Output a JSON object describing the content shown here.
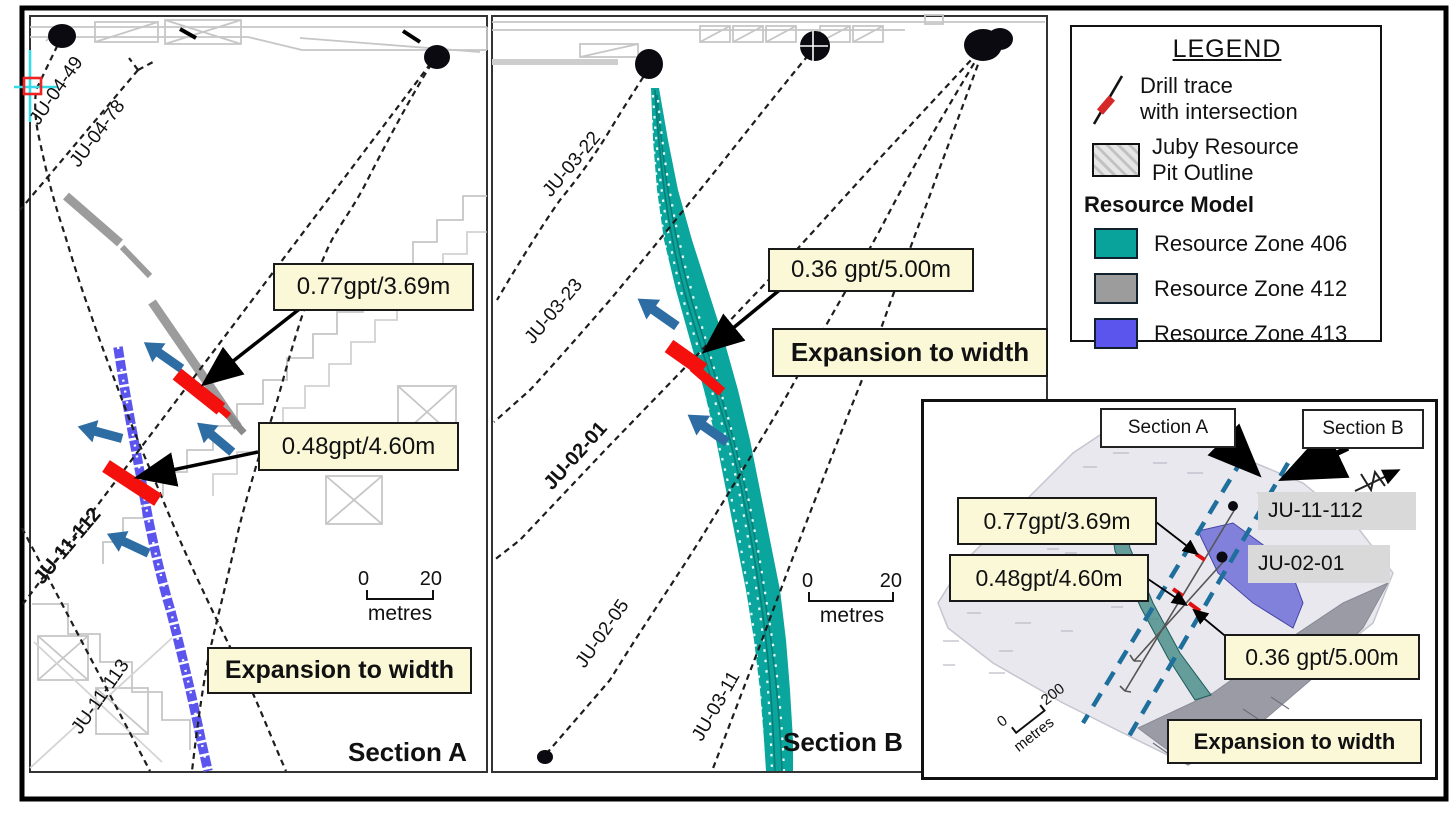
{
  "colors": {
    "zone406_teal": "#0aa39c",
    "zone412_gray": "#9c9c9c",
    "zone413_blue": "#5b55ee",
    "intersection_red": "#f3100d",
    "arrow_blue": "#2e6da4",
    "annotation_bg": "#faf8d7",
    "pit_outline_gray": "#c6c6c6",
    "section_line_blue": "#1e6f9c",
    "inset_tag_gray": "#d9d9d9",
    "crosshair_cyan": "#35dce8",
    "marker_red": "#ee2222"
  },
  "legend": {
    "title": "LEGEND",
    "drill_trace_label_line1": "Drill trace",
    "drill_trace_label_line2": "with intersection",
    "pit_outline_label_line1": "Juby Resource",
    "pit_outline_label_line2": "Pit Outline",
    "resource_model_heading": "Resource Model",
    "zones": [
      {
        "label": "Resource Zone 406",
        "color": "#0aa39c"
      },
      {
        "label": "Resource Zone 412",
        "color": "#9c9c9c"
      },
      {
        "label": "Resource Zone 413",
        "color": "#5b55ee"
      }
    ]
  },
  "section_a": {
    "title": "Section A",
    "holes": [
      "JU-04-49",
      "JU-04-78",
      "JU-11-112",
      "JU-11-113"
    ],
    "annotations": [
      "0.77gpt/3.69m",
      "0.48gpt/4.60m"
    ],
    "expansion_label": "Expansion to width",
    "scale": {
      "start": "0",
      "end": "20",
      "unit": "metres"
    }
  },
  "section_b": {
    "title": "Section B",
    "holes": [
      "JU-03-22",
      "JU-03-23",
      "JU-02-01",
      "JU-02-05",
      "JU-03-11"
    ],
    "annotations": [
      "0.36 gpt/5.00m"
    ],
    "expansion_label": "Expansion to width",
    "scale": {
      "start": "0",
      "end": "20",
      "unit": "metres"
    }
  },
  "inset": {
    "section_a_label": "Section A",
    "section_b_label": "Section B",
    "holes": [
      "JU-11-112",
      "JU-02-01"
    ],
    "annotations": [
      "0.77gpt/3.69m",
      "0.48gpt/4.60m",
      "0.36 gpt/5.00m"
    ],
    "expansion_label": "Expansion to width",
    "scale": {
      "start": "0",
      "end": "200",
      "unit": "metres"
    }
  }
}
